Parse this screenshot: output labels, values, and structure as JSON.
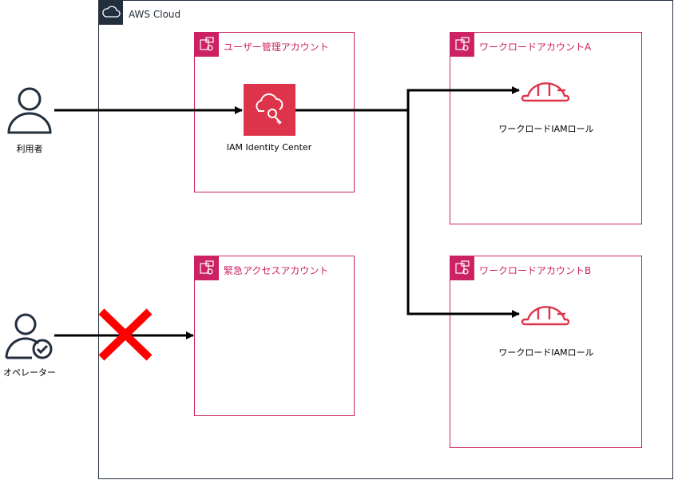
{
  "cloud": {
    "label": "AWS Cloud"
  },
  "accounts": {
    "user_mgmt": {
      "label": "ユーザー管理アカウント"
    },
    "emergency": {
      "label": "緊急アクセスアカウント"
    },
    "workload_a": {
      "label": "ワークロードアカウントA"
    },
    "workload_b": {
      "label": "ワークロードアカウントB"
    }
  },
  "services": {
    "identity_center": {
      "label": "IAM Identity Center",
      "icon": "iam-identity-center-icon"
    },
    "role_a": {
      "label": "ワークロードIAMロール",
      "icon": "iam-role-helmet-icon"
    },
    "role_b": {
      "label": "ワークロードIAMロール",
      "icon": "iam-role-helmet-icon"
    }
  },
  "actors": {
    "user": {
      "label": "利用者",
      "icon": "user-icon"
    },
    "operator": {
      "label": "オペレーター",
      "icon": "operator-user-check-icon"
    }
  },
  "colors": {
    "cloud_border": "#232f3e",
    "account_accent": "#cc2264",
    "service_red": "#dd344c",
    "blocked_x": "#ff0000",
    "arrow": "#000000"
  },
  "annotations": {
    "operator_access": "blocked"
  }
}
